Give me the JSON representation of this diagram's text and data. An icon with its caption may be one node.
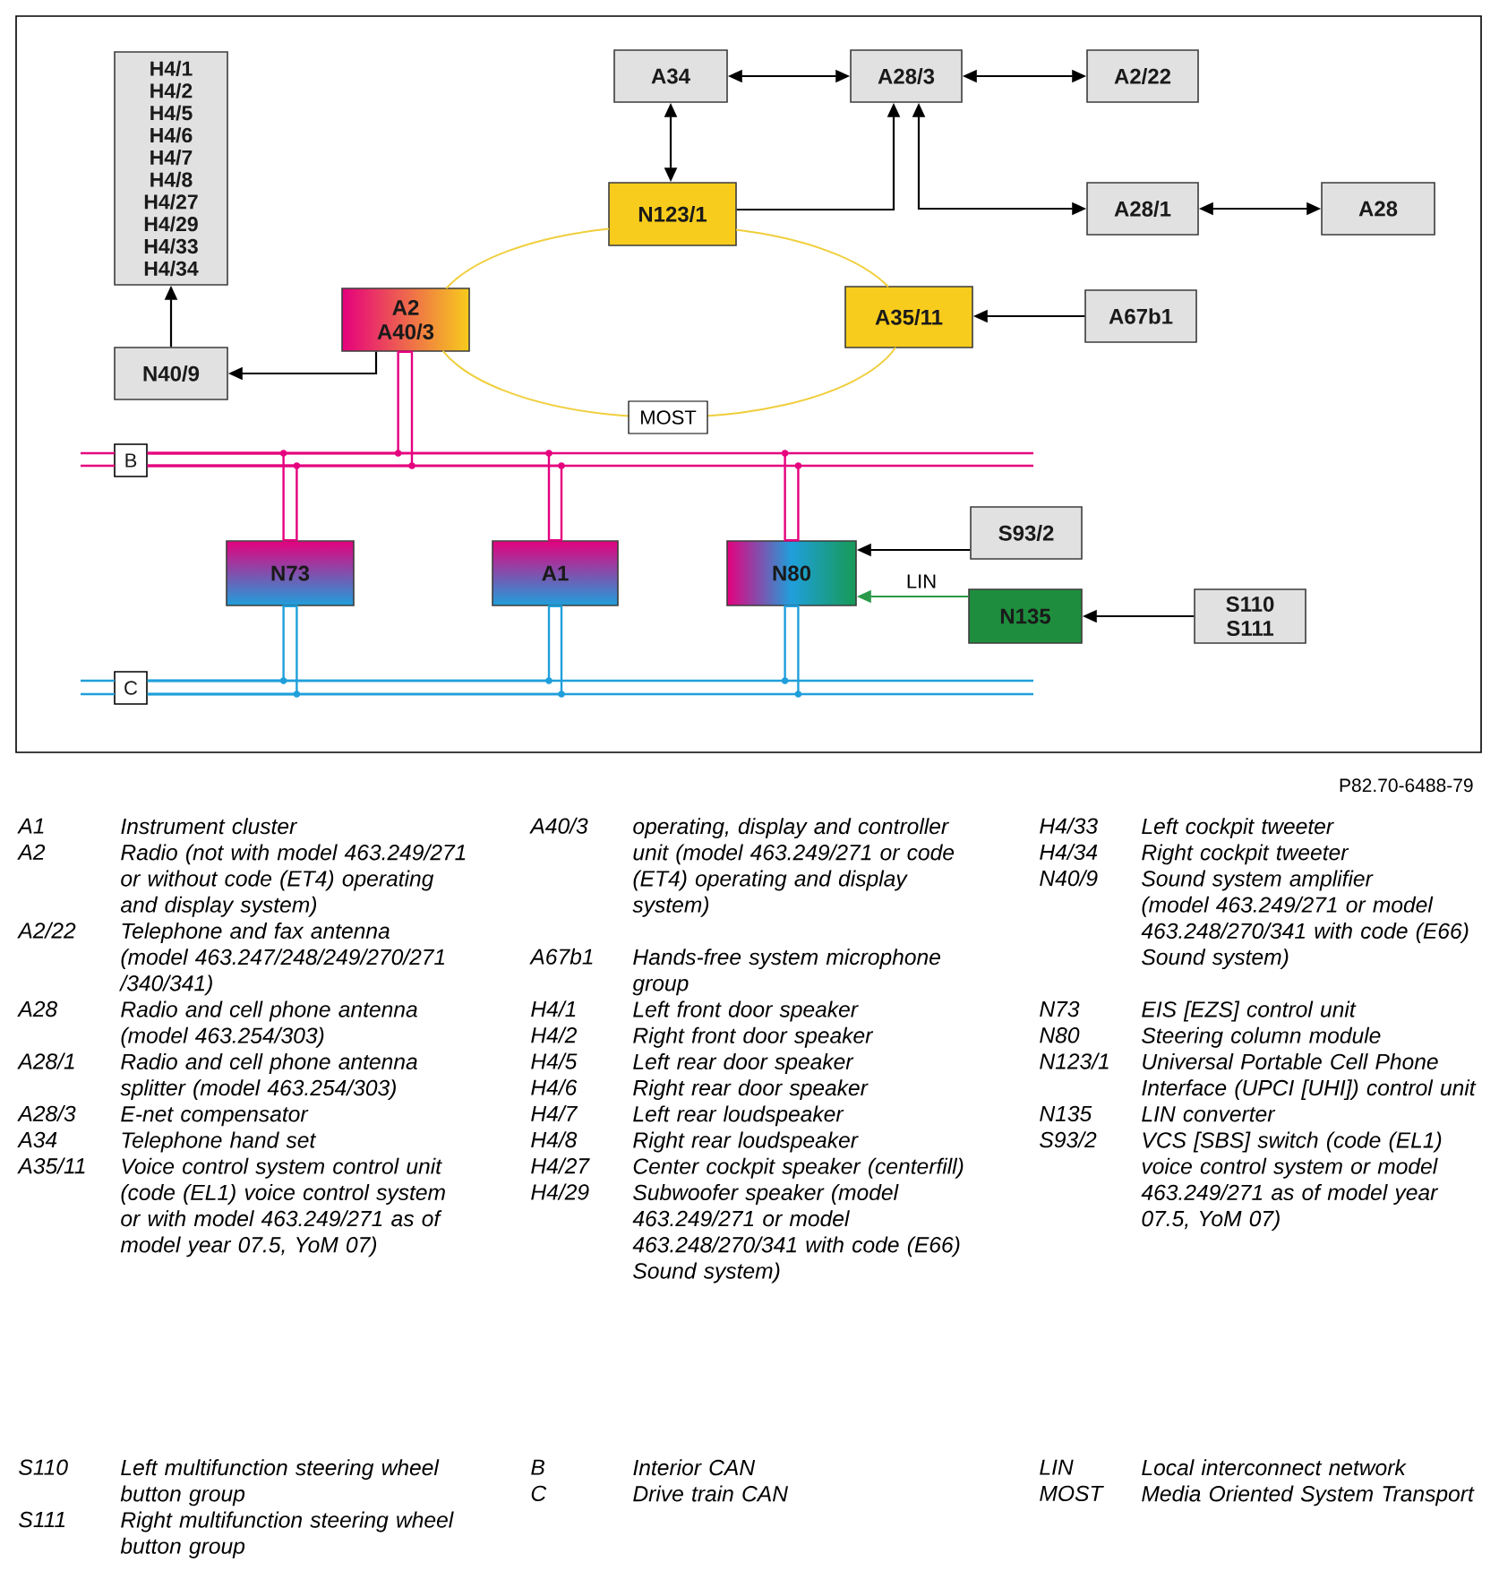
{
  "diagram": {
    "nodes": [
      {
        "text": [
          "H4/1",
          "H4/2",
          "H4/5",
          "H4/6",
          "H4/7",
          "H4/8",
          "H4/27",
          "H4/29",
          "H4/33",
          "H4/34"
        ]
      },
      {
        "text": [
          "A34"
        ]
      },
      {
        "text": [
          "A28/3"
        ]
      },
      {
        "text": [
          "A2/22"
        ]
      },
      {
        "text": [
          "N123/1"
        ]
      },
      {
        "text": [
          "A28/1"
        ]
      },
      {
        "text": [
          "A28"
        ]
      },
      {
        "text": [
          "A2",
          "A40/3"
        ]
      },
      {
        "text": [
          "A35/11"
        ]
      },
      {
        "text": [
          "A67b1"
        ]
      },
      {
        "text": [
          "N40/9"
        ]
      },
      {
        "text": [
          "B"
        ]
      },
      {
        "text": [
          "S93/2"
        ]
      },
      {
        "text": [
          "N73"
        ]
      },
      {
        "text": [
          "A1"
        ]
      },
      {
        "text": [
          "N80"
        ]
      },
      {
        "text": [
          "N135"
        ]
      },
      {
        "text": [
          "S110",
          "S111"
        ]
      },
      {
        "text": [
          "C"
        ]
      }
    ],
    "edges": [
      {
        "from": 1,
        "to": 2,
        "arrow": "both"
      },
      {
        "from": 2,
        "to": 3,
        "arrow": "both"
      },
      {
        "from": 1,
        "to": 4,
        "arrow": "both"
      },
      {
        "from": 4,
        "to": 2,
        "arrow": "to"
      },
      {
        "from": 2,
        "to": 5,
        "arrow": "both"
      },
      {
        "from": 5,
        "to": 6,
        "arrow": "both"
      },
      {
        "from": 7,
        "to": 4,
        "arrow": "none",
        "color": "#f0ce3c"
      },
      {
        "from": 4,
        "to": 8,
        "arrow": "none",
        "color": "#f0ce3c"
      },
      {
        "from": 8,
        "to": 7,
        "arrow": "none",
        "color": "#f0ce3c",
        "label": "MOST"
      },
      {
        "from": 9,
        "to": 8,
        "arrow": "to"
      },
      {
        "from": 7,
        "to": 10,
        "arrow": "to"
      },
      {
        "from": 10,
        "to": 0,
        "arrow": "to"
      },
      {
        "from": 11,
        "to": 7,
        "arrow": "none",
        "color": "#e5007e"
      },
      {
        "from": 11,
        "to": 13,
        "arrow": "none",
        "color": "#e5007e"
      },
      {
        "from": 11,
        "to": 14,
        "arrow": "none",
        "color": "#e5007e"
      },
      {
        "from": 11,
        "to": 15,
        "arrow": "none",
        "color": "#e5007e"
      },
      {
        "from": 12,
        "to": 15,
        "arrow": "to"
      },
      {
        "from": 16,
        "to": 15,
        "arrow": "to",
        "color": "#2a9a4a",
        "label": "LIN"
      },
      {
        "from": 17,
        "to": 16,
        "arrow": "to"
      },
      {
        "from": 18,
        "to": 13,
        "arrow": "none",
        "color": "#1f9fdb"
      },
      {
        "from": 18,
        "to": 14,
        "arrow": "none",
        "color": "#1f9fdb"
      },
      {
        "from": 18,
        "to": 15,
        "arrow": "none",
        "color": "#1f9fdb"
      }
    ],
    "labels": [
      "P82.70-6488-79",
      "A1",
      "Instrument cluster",
      "A2",
      "Radio (not with model 463.249/271 or without code (ET4) operating and display system)",
      "A2/22",
      "Telephone and fax antenna (model 463.247/248/249/270/271 /340/341)",
      "A28",
      "Radio and cell phone antenna (model 463.254/303)",
      "A28/1",
      "Radio and cell phone antenna splitter (model 463.254/303)",
      "A28/3",
      "E-net compensator",
      "A34",
      "Telephone hand set",
      "A35/11",
      "Voice control system control unit (code (EL1) voice control system or with model 463.249/271 as of model year 07.5, YoM 07)",
      "A40/3",
      "operating, display and controller unit (model 463.249/271 or code (ET4) operating and display system)",
      "A67b1",
      "Hands-free system microphone group",
      "H4/1",
      "Left front door speaker",
      "H4/2",
      "Right front door speaker",
      "H4/5",
      "Left rear door speaker",
      "H4/6",
      "Right rear door speaker",
      "H4/7",
      "Left rear loudspeaker",
      "H4/8",
      "Right rear loudspeaker",
      "H4/27",
      "Center cockpit speaker (centerfill)",
      "H4/29",
      "Subwoofer speaker (model 463.249/271 or model 463.248/270/341 with code (E66) Sound system)",
      "H4/33",
      "Left cockpit tweeter",
      "H4/34",
      "Right cockpit tweeter",
      "N40/9",
      "Sound system amplifier (model 463.249/271 or model 463.248/270/341 with code (E66) Sound system)",
      "N73",
      "EIS [EZS] control unit",
      "N80",
      "Steering column module",
      "N123/1",
      "Universal Portable Cell Phone Interface (UPCI [UHI]) control unit",
      "N135",
      "LIN converter",
      "S93/2",
      "VCS [SBS] switch (code (EL1) voice control system or model 463.249/271 as of model year 07.5, YoM 07)",
      "S110",
      "Left multifunction steering wheel button group",
      "S111",
      "Right multifunction steering wheel button group",
      "B",
      "Interior CAN",
      "C",
      "Drive train CAN",
      "LIN",
      "Local interconnect network",
      "MOST",
      "Media Oriented System Transport"
    ]
  }
}
